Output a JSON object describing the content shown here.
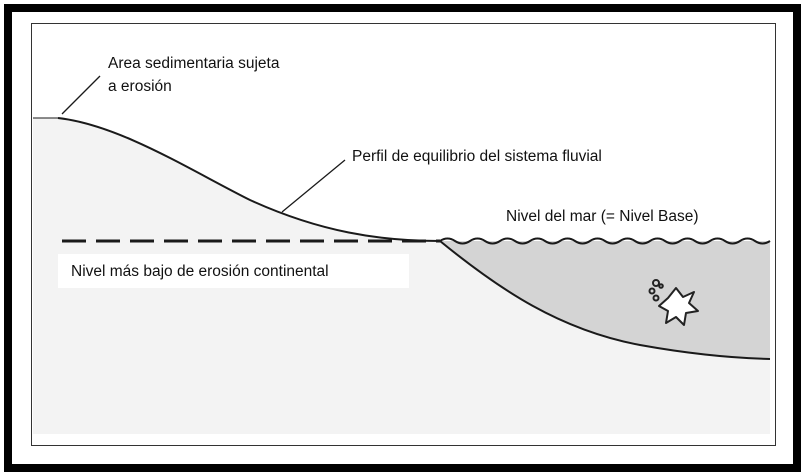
{
  "labels": {
    "area_line1": "Area sedimentaria sujeta",
    "area_line2": "a erosión",
    "perfil": "Perfil de equilibrio del sistema fluvial",
    "nivel_mar": "Nivel del mar (= Nivel Base)",
    "nivel_bajo": "Nivel más bajo de erosión continental"
  },
  "colors": {
    "land": "#f3f3f3",
    "sea": "#d4d4d4",
    "outline": "#1a1a1a",
    "frame": "#000000"
  },
  "icons": {
    "sea_creature": "fish-bubbles-icon"
  }
}
